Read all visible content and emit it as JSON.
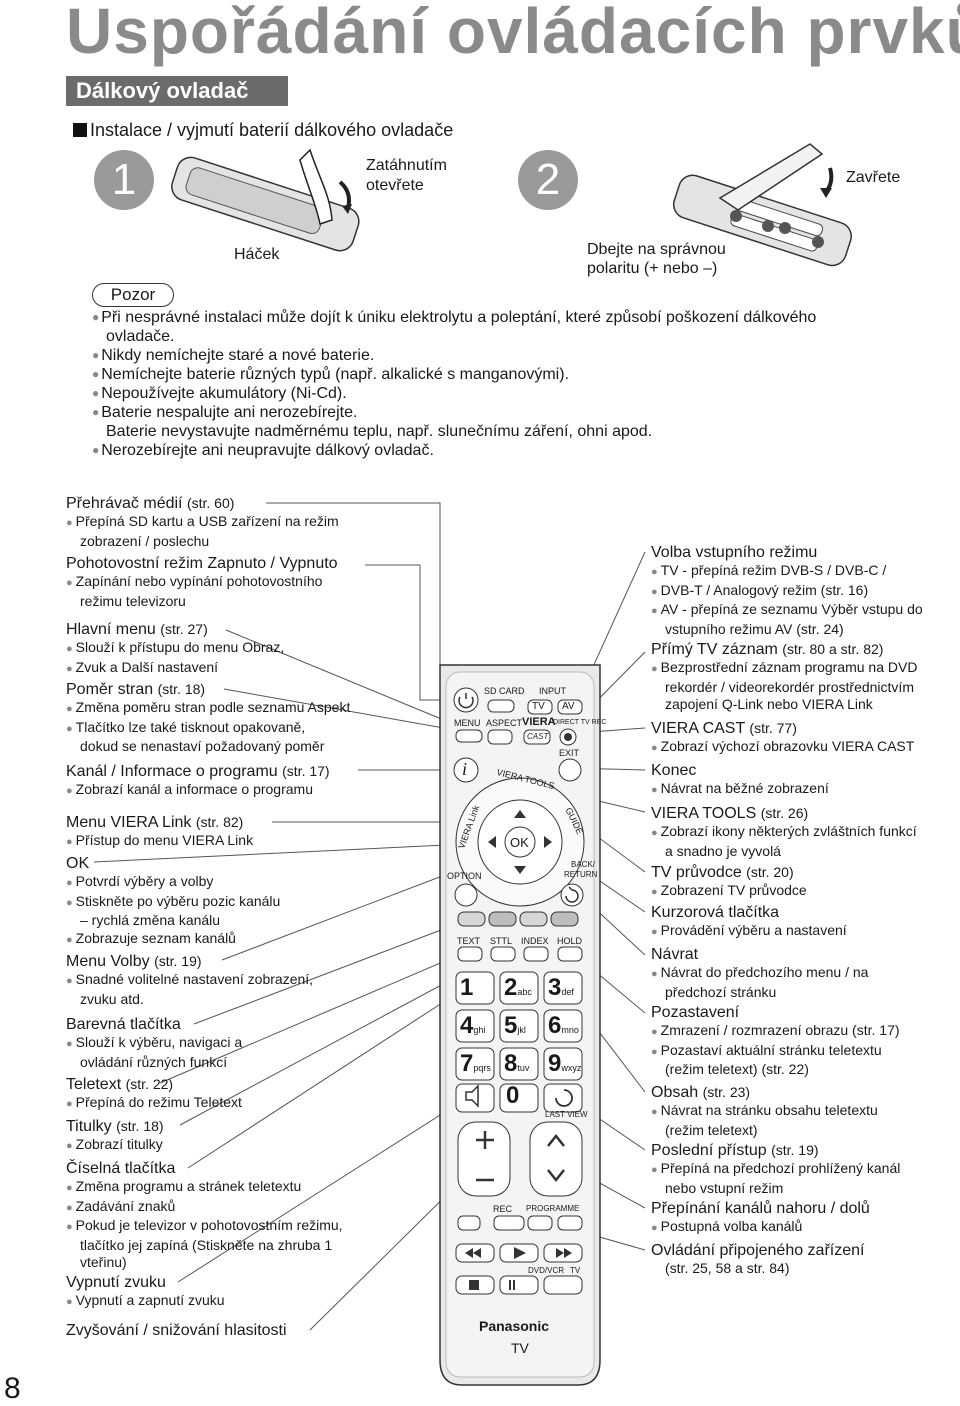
{
  "title": "Uspořádání ovládacích prvků",
  "section": "Dálkový ovladač",
  "battery_heading": "Instalace / vyjmutí baterií dálkového ovladače",
  "steps": {
    "one": {
      "number": "1",
      "caption_1": "Zatáhnutím",
      "caption_2": "otevřete",
      "hook": "Háček"
    },
    "two": {
      "number": "2",
      "caption": "Zavřete",
      "polarity_1": "Dbejte na správnou",
      "polarity_2": "polaritu (+ nebo –)"
    }
  },
  "caution": {
    "label": "Pozor",
    "lines": [
      "Při nesprávné instalaci může dojít k úniku elektrolytu a poleptání, které způsobí poškození dálkového",
      "ovladače.",
      "Nikdy nemíchejte staré a nové baterie.",
      "Nemíchejte baterie různých typů (např. alkalické s manganovými).",
      "Nepoužívejte akumulátory (Ni-Cd).",
      "Baterie nespalujte ani nerozebírejte.",
      "Baterie nevystavujte nadměrnému teplu, např. slunečnímu záření, ohni apod.",
      "Nerozebírejte ani neupravujte dálkový ovladač."
    ]
  },
  "left": [
    {
      "title": "Přehrávač médií",
      "ref": "(str. 60)",
      "lines": [
        "Přepíná SD kartu a USB zařízení na režim",
        "zobrazení / poslechu"
      ]
    },
    {
      "title": "Pohotovostní režim Zapnuto / Vypnuto",
      "ref": "",
      "lines": [
        "Zapínání nebo vypínání pohotovostního",
        "režimu televizoru"
      ]
    },
    {
      "title": "Hlavní menu",
      "ref": "(str. 27)",
      "lines": [
        "Slouží k přístupu do menu Obraz,",
        "Zvuk a Další nastavení"
      ]
    },
    {
      "title": "Poměr stran",
      "ref": "(str. 18)",
      "lines": [
        "Změna poměru stran podle seznamu Aspekt",
        "Tlačítko lze také tisknout opakovaně,",
        "dokud se nenastaví požadovaný poměr"
      ]
    },
    {
      "title": "Kanál / Informace o programu",
      "ref": "(str. 17)",
      "lines": [
        "Zobrazí kanál a informace o programu"
      ]
    },
    {
      "title": "Menu VIERA Link",
      "ref": "(str. 82)",
      "lines": [
        "Přístup do menu VIERA Link"
      ]
    },
    {
      "title": "OK",
      "ref": "",
      "lines": [
        "Potvrdí výběry a volby",
        "Stiskněte po výběru pozic kanálu",
        "– rychlá změna kanálu",
        "Zobrazuje seznam kanálů"
      ]
    },
    {
      "title": "Menu Volby",
      "ref": "(str. 19)",
      "lines": [
        "Snadné volitelné nastavení zobrazení,",
        "zvuku atd."
      ]
    },
    {
      "title": "Barevná tlačítka",
      "ref": "",
      "lines": [
        "Slouží k výběru, navigaci a",
        "ovládání různých funkcí"
      ]
    },
    {
      "title": "Teletext",
      "ref": "(str. 22)",
      "lines": [
        "Přepíná do režimu Teletext"
      ]
    },
    {
      "title": "Titulky",
      "ref": "(str. 18)",
      "lines": [
        "Zobrazí titulky"
      ]
    },
    {
      "title": "Číselná tlačítka",
      "ref": "",
      "lines": [
        "Změna programu a stránek teletextu",
        "Zadávání znaků",
        "Pokud je televizor v pohotovostním režimu,",
        "tlačítko jej zapíná (Stiskněte na zhruba 1",
        "vteřinu)"
      ]
    },
    {
      "title": "Vypnutí zvuku",
      "ref": "",
      "lines": [
        "Vypnutí a zapnutí zvuku"
      ]
    },
    {
      "title": "Zvyšování / snižování hlasitosti",
      "ref": "",
      "lines": []
    }
  ],
  "right": [
    {
      "title": "Volba vstupního režimu",
      "ref": "",
      "lines": [
        "TV - přepíná režim DVB-S / DVB-C /",
        "DVB-T / Analogový režim (str. 16)",
        "AV - přepíná ze seznamu Výběr vstupu do",
        "vstupního režimu AV (str. 24)"
      ]
    },
    {
      "title": "Přímý TV záznam",
      "ref": "(str. 80 a str. 82)",
      "lines": [
        "Bezprostřední záznam programu na DVD",
        "rekordér / videorekordér prostřednictvím",
        "zapojení Q-Link nebo VIERA Link"
      ]
    },
    {
      "title": "VIERA CAST",
      "ref": "(str. 77)",
      "lines": [
        "Zobrazí výchozí obrazovku VIERA CAST"
      ]
    },
    {
      "title": "Konec",
      "ref": "",
      "lines": [
        "Návrat na běžné zobrazení"
      ]
    },
    {
      "title": "VIERA TOOLS",
      "ref": "(str. 26)",
      "lines": [
        "Zobrazí ikony některých zvláštních funkcí",
        "a snadno je vyvolá"
      ]
    },
    {
      "title": "TV průvodce",
      "ref": "(str. 20)",
      "lines": [
        "Zobrazení TV průvodce"
      ]
    },
    {
      "title": "Kurzorová tlačítka",
      "ref": "",
      "lines": [
        "Provádění výběru a nastavení"
      ]
    },
    {
      "title": "Návrat",
      "ref": "",
      "lines": [
        "Návrat do předchozího menu / na",
        "předchozí stránku"
      ]
    },
    {
      "title": "Pozastavení",
      "ref": "",
      "lines": [
        "Zmrazení / rozmrazení obrazu (str. 17)",
        "Pozastaví aktuální stránku teletextu",
        "(režim teletext) (str. 22)"
      ]
    },
    {
      "title": "Obsah",
      "ref": "(str. 23)",
      "lines": [
        "Návrat na stránku obsahu teletextu",
        "(režim teletext)"
      ]
    },
    {
      "title": "Poslední přístup",
      "ref": "(str. 19)",
      "lines": [
        "Přepíná na předchozí prohlížený kanál",
        "nebo vstupní režim"
      ]
    },
    {
      "title": "Přepínání kanálů nahoru / dolů",
      "ref": "",
      "lines": [
        "Postupná volba kanálů"
      ]
    },
    {
      "title": "Ovládání připojeného zařízení",
      "ref": "",
      "lines": [
        "(str. 25, 58 a str. 84)"
      ]
    }
  ],
  "remote": {
    "sd_card": "SD CARD",
    "input": "INPUT",
    "tv": "TV",
    "av": "AV",
    "menu": "MENU",
    "aspect": "ASPECT",
    "viera": "VIERA",
    "direct_tv_rec": "DIRECT TV REC",
    "cast": "CAST",
    "exit": "EXIT",
    "info": "i",
    "viera_tools": "VIERA TOOLS",
    "viera_link": "VIERA Link",
    "guide": "GUIDE",
    "ok": "OK",
    "option": "OPTION",
    "back_1": "BACK/",
    "back_2": "RETURN",
    "text": "TEXT",
    "sttl": "STTL",
    "index": "INDEX",
    "hold": "HOLD",
    "keys": [
      [
        "1",
        ""
      ],
      [
        "2",
        "abc"
      ],
      [
        "3",
        "def"
      ],
      [
        "4",
        "ghi"
      ],
      [
        "5",
        "jkl"
      ],
      [
        "6",
        "mno"
      ],
      [
        "7",
        "pqrs"
      ],
      [
        "8",
        "tuv"
      ],
      [
        "9",
        "wxyz"
      ]
    ],
    "zero": "0",
    "last_view": "LAST VIEW",
    "rec": "REC",
    "programme": "PROGRAMME",
    "dvd_vcr": "DVD/VCR",
    "brand": "Panasonic",
    "model": "TV"
  },
  "page_number": "8"
}
